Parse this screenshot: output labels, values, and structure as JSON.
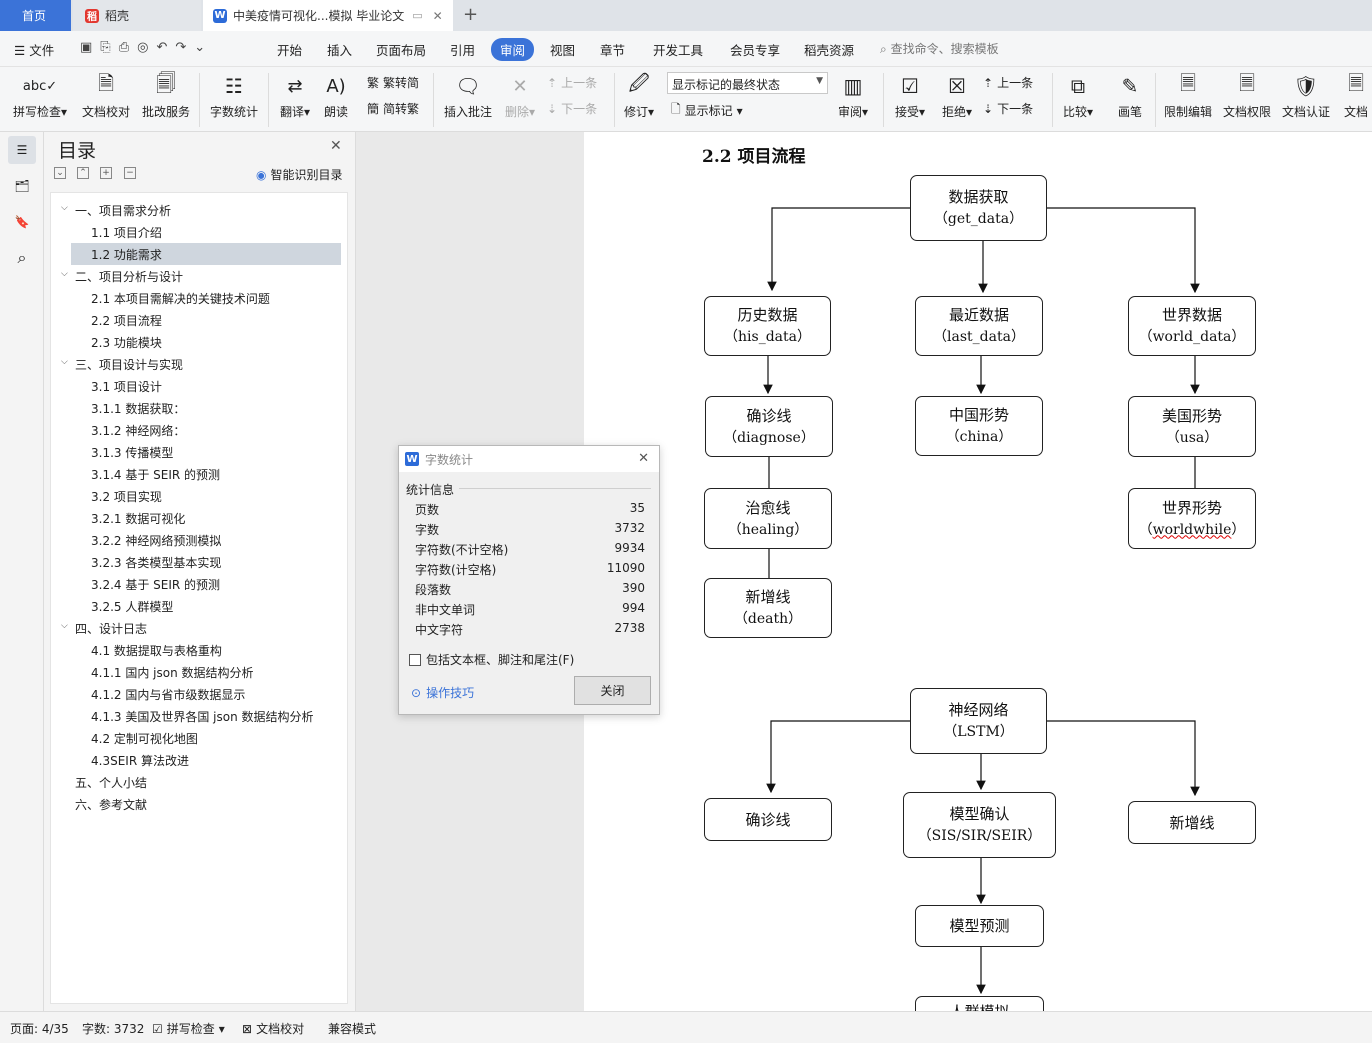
{
  "tabs": {
    "home": "首页",
    "daoke": "稻壳",
    "doc": "中美疫情可视化...模拟 毕业论文"
  },
  "menu": {
    "file": "文件",
    "items": [
      "开始",
      "插入",
      "页面布局",
      "引用",
      "审阅",
      "视图",
      "章节",
      "开发工具",
      "会员专享",
      "稻壳资源"
    ],
    "search": "查找命令、搜索模板"
  },
  "ribbon": {
    "spell": "拼写检查",
    "proof": "文档校对",
    "revise_service": "批改服务",
    "wordcount": "字数统计",
    "translate": "翻译",
    "read_aloud": "朗读",
    "t2s": "繁转简",
    "s2t": "简转繁",
    "insert_comment": "插入批注",
    "delete": "删除",
    "prev1": "上一条",
    "next1": "下一条",
    "track": "修订",
    "show_state": "显示标记的最终状态",
    "show_marks": "显示标记",
    "review": "审阅",
    "accept": "接受",
    "reject": "拒绝",
    "prev2": "上一条",
    "next2": "下一条",
    "compare": "比较",
    "pen": "画笔",
    "limit_edit": "限制编辑",
    "doc_rights": "文档权限",
    "doc_cert": "文档认证",
    "doc_more": "文档"
  },
  "toc": {
    "title": "目录",
    "smart": "智能识别目录",
    "items": [
      {
        "label": "一、项目需求分析",
        "level": 1,
        "expanded": true
      },
      {
        "label": "1.1 项目介绍",
        "level": 2
      },
      {
        "label": "1.2 功能需求",
        "level": 2,
        "selected": true
      },
      {
        "label": "二、项目分析与设计",
        "level": 1,
        "expanded": true
      },
      {
        "label": "2.1 本项目需解决的关键技术问题",
        "level": 2
      },
      {
        "label": "2.2 项目流程",
        "level": 2
      },
      {
        "label": "2.3 功能模块",
        "level": 2
      },
      {
        "label": "三、项目设计与实现",
        "level": 1,
        "expanded": true
      },
      {
        "label": "3.1 项目设计",
        "level": 2
      },
      {
        "label": "3.1.1 数据获取：",
        "level": 2
      },
      {
        "label": "3.1.2 神经网络：",
        "level": 2
      },
      {
        "label": "3.1.3 传播模型",
        "level": 2
      },
      {
        "label": "3.1.4 基于 SEIR 的预测",
        "level": 2
      },
      {
        "label": "3.2 项目实现",
        "level": 2
      },
      {
        "label": "3.2.1 数据可视化",
        "level": 2
      },
      {
        "label": "3.2.2 神经网络预测模拟",
        "level": 2
      },
      {
        "label": "3.2.3 各类模型基本实现",
        "level": 2
      },
      {
        "label": "3.2.4 基于 SEIR 的预测",
        "level": 2
      },
      {
        "label": "3.2.5  人群模型",
        "level": 2
      },
      {
        "label": "四、设计日志",
        "level": 1,
        "expanded": true
      },
      {
        "label": "4.1 数据提取与表格重构",
        "level": 2
      },
      {
        "label": "4.1.1 国内 json 数据结构分析",
        "level": 2
      },
      {
        "label": "4.1.2 国内与省市级数据显示",
        "level": 2
      },
      {
        "label": "4.1.3 美国及世界各国 json 数据结构分析",
        "level": 2
      },
      {
        "label": "4.2 定制可视化地图",
        "level": 2
      },
      {
        "label": "4.3SEIR 算法改进",
        "level": 2
      },
      {
        "label": "五、个人小结",
        "level": 1
      },
      {
        "label": "六、参考文献",
        "level": 1
      }
    ]
  },
  "doc": {
    "heading": "2.2 项目流程",
    "nodes": {
      "get_data": {
        "cn": "数据获取",
        "en": "（get_data）"
      },
      "his": {
        "cn": "历史数据",
        "en": "（his_data）"
      },
      "last": {
        "cn": "最近数据",
        "en": "（last_data）"
      },
      "world": {
        "cn": "世界数据",
        "en": "（world_data）"
      },
      "diagnose": {
        "cn": "确诊线",
        "en": "（diagnose）"
      },
      "china": {
        "cn": "中国形势",
        "en": "（china）"
      },
      "usa": {
        "cn": "美国形势",
        "en": "（usa）"
      },
      "healing": {
        "cn": "治愈线",
        "en": "（healing）"
      },
      "worldwhile": {
        "cn": "世界形势",
        "en_pre": "（",
        "en_mid": "worldwhile",
        "en_post": "）"
      },
      "death": {
        "cn": "新增线",
        "en": "（death）"
      },
      "lstm": {
        "cn": "神经网络",
        "en": "（LSTM）"
      },
      "diag2": {
        "cn": "确诊线"
      },
      "model_confirm": {
        "cn": "模型确认",
        "en": "（SIS/SIR/SEIR）"
      },
      "new2": {
        "cn": "新增线"
      },
      "predict": {
        "cn": "模型预测"
      },
      "crowd": {
        "cn": "人群模拟"
      }
    }
  },
  "wordcount": {
    "title": "字数统计",
    "section": "统计信息",
    "rows": [
      {
        "label": "页数",
        "value": "35"
      },
      {
        "label": "字数",
        "value": "3732"
      },
      {
        "label": "字符数(不计空格)",
        "value": "9934"
      },
      {
        "label": "字符数(计空格)",
        "value": "11090"
      },
      {
        "label": "段落数",
        "value": "390"
      },
      {
        "label": "非中文单词",
        "value": "994"
      },
      {
        "label": "中文字符",
        "value": "2738"
      }
    ],
    "include": "包括文本框、脚注和尾注(F)",
    "tips": "操作技巧",
    "close": "关闭"
  },
  "status": {
    "page": "页面: 4/35",
    "words": "字数: 3732",
    "spell": "拼写检查",
    "proof": "文档校对",
    "compat": "兼容模式"
  },
  "colors": {
    "accent": "#3b73d8",
    "tab_bg": "#dfe3e8",
    "selected": "#cfd6de"
  }
}
